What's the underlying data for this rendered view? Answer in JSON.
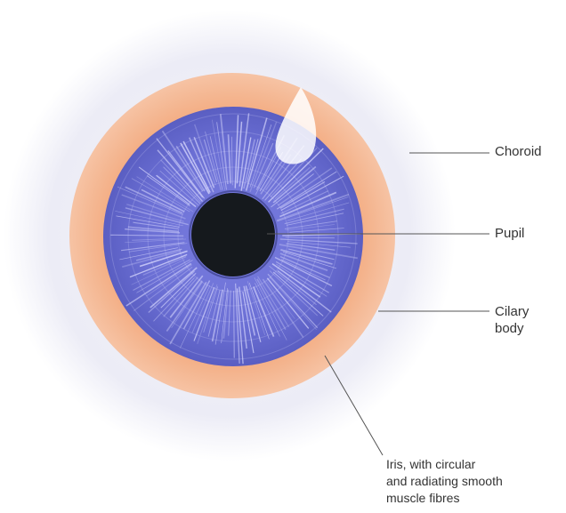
{
  "labels": {
    "choroid": "Choroid",
    "pupil": "Pupil",
    "ciliary_line1": "Cilary",
    "ciliary_line2": "body",
    "iris_line1": "Iris, with circular",
    "iris_line2": "and radiating smooth",
    "iris_line3": "muscle fibres"
  },
  "colors": {
    "choroid": "#e8e8f4",
    "ciliary_body": "#f0a57c",
    "iris": "#6f72d6",
    "iris_fibres": "#dcdcff",
    "pupil": "#15191d",
    "highlight": "#ffffff",
    "leader_line": "#555555",
    "text": "#333333"
  }
}
